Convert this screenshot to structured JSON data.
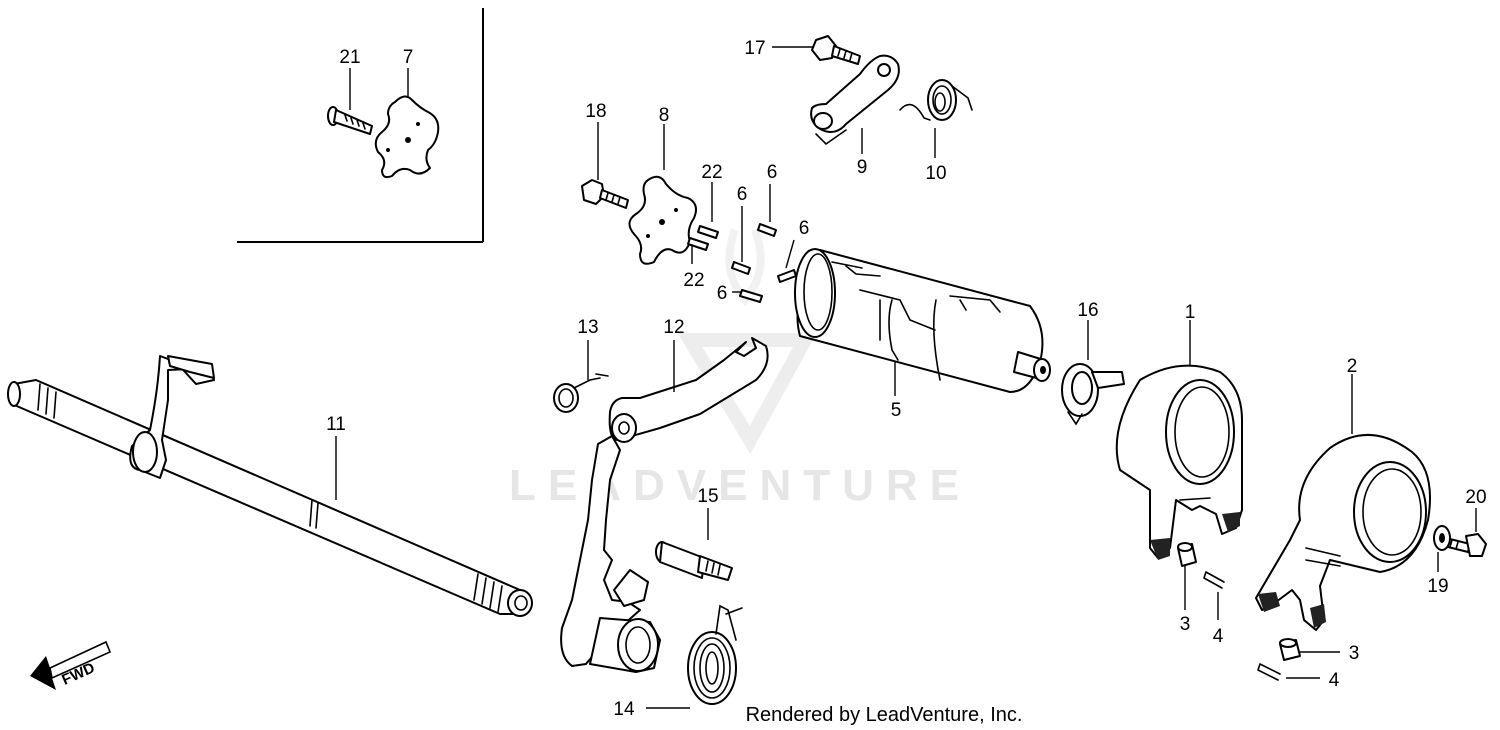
{
  "diagram": {
    "watermark_text": "LEADVENTURE",
    "footer_text": "Rendered by LeadVenture, Inc.",
    "direction_label": "FWD",
    "callouts": [
      "1",
      "2",
      "3",
      "3",
      "4",
      "4",
      "5",
      "6",
      "6",
      "6",
      "6",
      "7",
      "8",
      "9",
      "10",
      "11",
      "12",
      "13",
      "14",
      "15",
      "16",
      "17",
      "18",
      "19",
      "20",
      "21",
      "22",
      "22"
    ]
  }
}
